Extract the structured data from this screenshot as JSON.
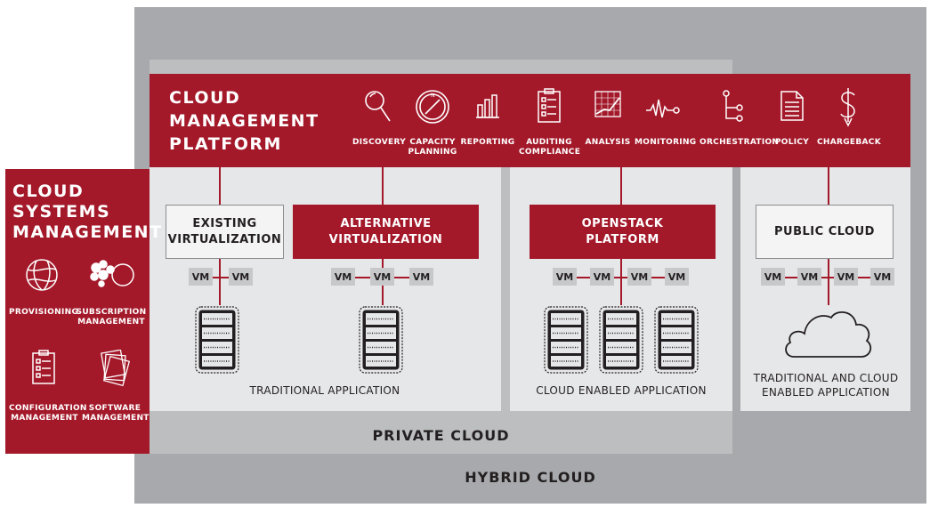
{
  "hybrid_cloud_label": "HYBRID CLOUD",
  "private_cloud_label": "PRIVATE CLOUD",
  "cmp": {
    "title_lines": [
      "CLOUD",
      "MANAGEMENT",
      "PLATFORM"
    ],
    "tools": [
      {
        "label": "DISCOVERY",
        "icon": "magnifier-icon"
      },
      {
        "label": "CAPACITY PLANNING",
        "line1": "CAPACITY",
        "line2": "PLANNING",
        "icon": "compass-icon"
      },
      {
        "label": "REPORTING",
        "icon": "bar-chart-icon"
      },
      {
        "label": "AUDITING COMPLIANCE",
        "line1": "AUDITING",
        "line2": "COMPLIANCE",
        "icon": "clipboard-icon"
      },
      {
        "label": "ANALYSIS",
        "icon": "line-chart-icon"
      },
      {
        "label": "MONITORING",
        "icon": "pulse-icon"
      },
      {
        "label": "ORCHESTRATION",
        "icon": "flow-icon"
      },
      {
        "label": "POLICY",
        "icon": "document-icon"
      },
      {
        "label": "CHARGEBACK",
        "icon": "dollar-icon"
      }
    ]
  },
  "csm": {
    "title_lines": [
      "CLOUD",
      "SYSTEMS",
      "MANAGEMENT"
    ],
    "items": [
      {
        "label": "PROVISIONING",
        "icon": "globe-icon"
      },
      {
        "label": "SUBSCRIPTION MANAGEMENT",
        "line1": "SUBSCRIPTION",
        "line2": "MANAGEMENT",
        "icon": "subscription-icon"
      },
      {
        "label": "CONFIGURATION MANAGEMENT",
        "line1": "CONFIGURATION",
        "line2": "MANAGEMENT",
        "icon": "checklist-icon"
      },
      {
        "label": "SOFTWARE MANAGEMENT",
        "line1": "SOFTWARE",
        "line2": "MANAGEMENT",
        "icon": "stack-icon"
      }
    ]
  },
  "platforms": {
    "existing": {
      "line1": "EXISTING",
      "line2": "VIRTUALIZATION"
    },
    "alternative": {
      "line1": "ALTERNATIVE",
      "line2": "VIRTUALIZATION"
    },
    "openstack": {
      "line1": "OPENSTACK",
      "line2": "PLATFORM"
    },
    "public": {
      "label": "PUBLIC CLOUD"
    }
  },
  "vm_label": "VM",
  "app_labels": {
    "traditional": "TRADITIONAL APPLICATION",
    "cloud_enabled": "CLOUD ENABLED APPLICATION",
    "hybrid_line1": "TRADITIONAL AND CLOUD",
    "hybrid_line2": "ENABLED APPLICATION"
  },
  "colors": {
    "brand_red": "#a3192a",
    "panel_gray": "#e6e7e8",
    "hybrid_gray": "#a7a9ac",
    "private_gray": "#bcbec0"
  }
}
